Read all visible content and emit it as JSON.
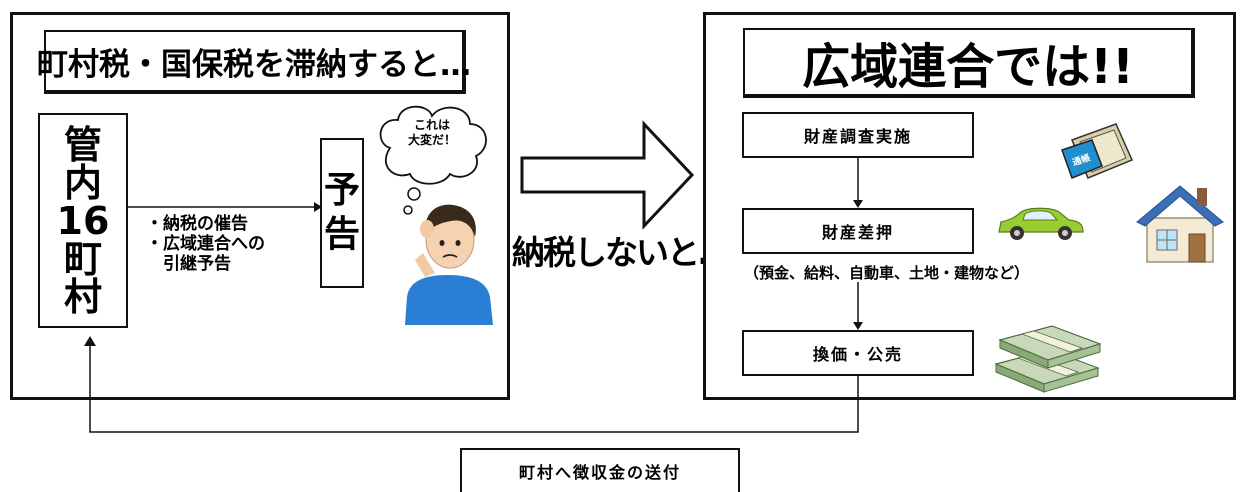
{
  "left_panel": {
    "title": "町村税・国保税を滞納すると…",
    "municipalities": [
      "管",
      "内",
      "16",
      "町",
      "村"
    ],
    "notice_items": [
      "・納税の催告",
      "・広域連合への",
      "　引継予告"
    ],
    "advance_notice": [
      "予",
      "告"
    ],
    "thought_bubble": [
      "これは",
      "大変だ！"
    ]
  },
  "middle": {
    "caption": "納税しないと…"
  },
  "right_panel": {
    "title": "広域連合では!!",
    "steps": {
      "investigation": "財産調査実施",
      "seizure": "財産差押",
      "seizure_examples": "（預金、給料、自動車、土地・建物など）",
      "sale": "換価・公売"
    },
    "passbook_label": "通帳"
  },
  "bottom": {
    "transfer_label": "町村へ徴収金の送付"
  },
  "colors": {
    "line": "#111111",
    "car": "#9acd32",
    "house_roof": "#3a6fb5",
    "person_shirt": "#2a7fd4",
    "money": "#5f8f4e"
  },
  "icons": [
    "thought-bubble-icon",
    "worried-person-icon",
    "passbook-icon",
    "car-icon",
    "house-icon",
    "money-bundle-icon"
  ]
}
